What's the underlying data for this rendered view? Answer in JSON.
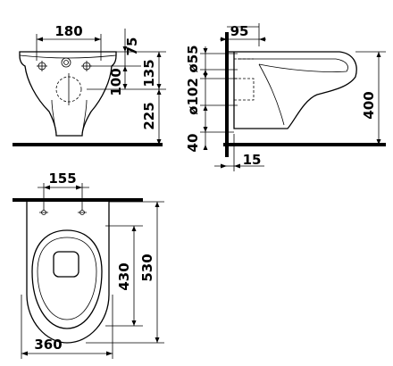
{
  "front_view": {
    "width_top": "180",
    "dim_upper": "75",
    "dim_middle": "100",
    "dim_total_upper": "135",
    "dim_floor": "225"
  },
  "side_view": {
    "depth_offset": "95",
    "pipe_small": "ø55",
    "pipe_large": "ø102",
    "height_total": "400",
    "floor_gap": "40",
    "wall_thickness": "15"
  },
  "top_view": {
    "hole_spacing": "155",
    "inner_length": "430",
    "total_length": "530",
    "width": "360"
  }
}
